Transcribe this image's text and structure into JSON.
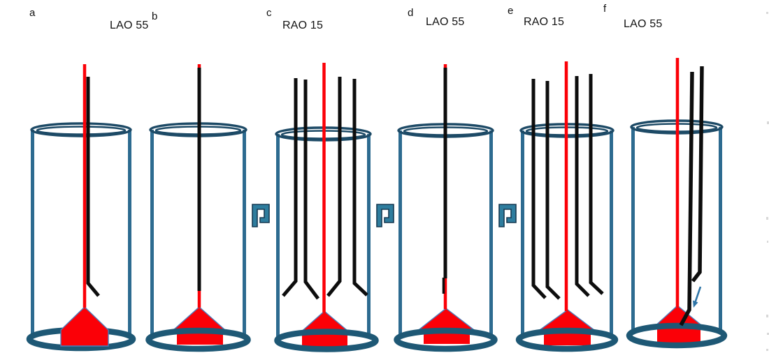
{
  "figure": {
    "panels": [
      {
        "letter": "a"
      },
      {
        "letter": "b"
      },
      {
        "letter": "c"
      },
      {
        "letter": "d"
      },
      {
        "letter": "e"
      },
      {
        "letter": "f"
      }
    ],
    "view_labels": [
      "LAO 55",
      "RAO 15",
      "LAO 55",
      "RAO 15",
      "LAO 55"
    ],
    "icons": {
      "rotation_icon": "bracket-pi-glyph",
      "rotation_icon_count": 3,
      "arrow_icon": "down-left-arrow"
    }
  },
  "colors": {
    "cylinder_wall": "#2d6b90",
    "cylinder_rim": "#1d4a66",
    "base_ring": "#1e5875",
    "wire_red": "#fb0007",
    "wire_black": "#0d0d0d",
    "shape_outline": "#4a7ebc",
    "rotation_icon": "#2e7d9e",
    "rotation_icon_outline": "#173a52",
    "arrow_blue": "#2e74a6",
    "edge_artifact": "#b9b9b9"
  }
}
